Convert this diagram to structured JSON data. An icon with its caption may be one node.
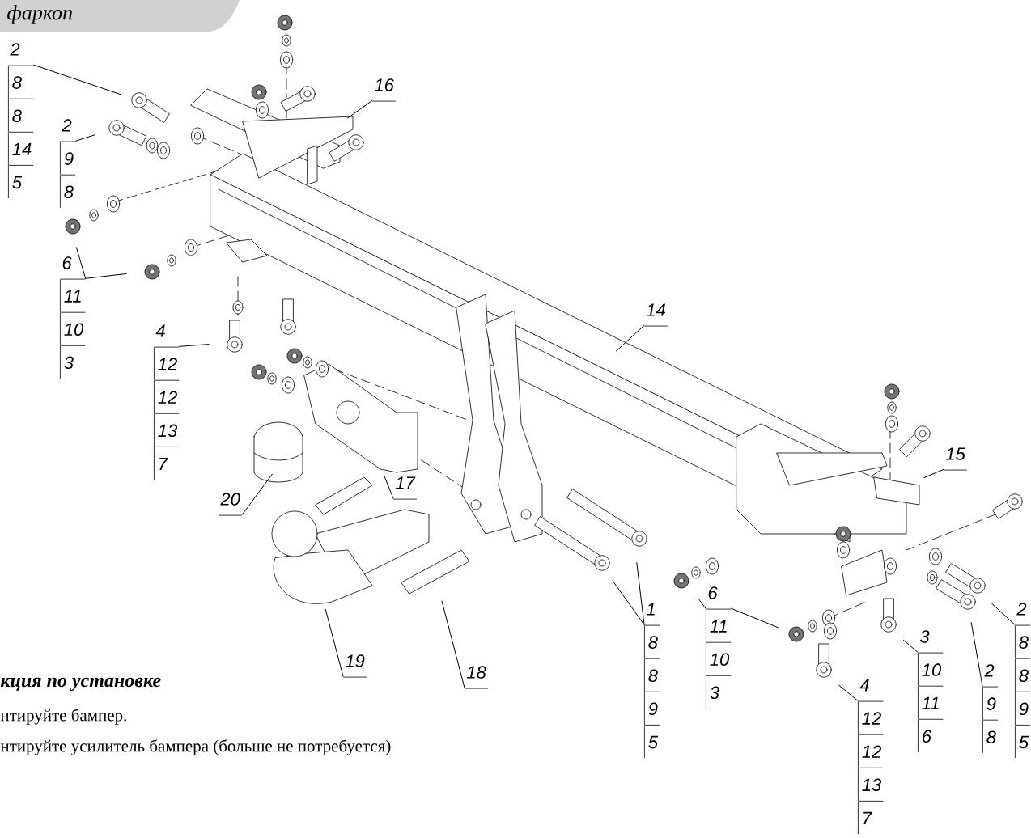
{
  "diagram": {
    "nodes": [
      {
        "text": [
          "фаркоп"
        ]
      },
      {
        "text": [
          "2",
          "8",
          "8",
          "14",
          "5"
        ]
      },
      {
        "text": [
          "2",
          "9",
          "8"
        ]
      },
      {
        "text": [
          "6",
          "11",
          "10",
          "3"
        ]
      },
      {
        "text": [
          "4",
          "12",
          "12",
          "13",
          "7"
        ]
      },
      {
        "text": [
          "16"
        ]
      },
      {
        "text": [
          "14"
        ]
      },
      {
        "text": [
          "15"
        ]
      },
      {
        "text": [
          "17"
        ]
      },
      {
        "text": [
          "20"
        ]
      },
      {
        "text": [
          "19"
        ]
      },
      {
        "text": [
          "18"
        ]
      },
      {
        "text": [
          "1",
          "8",
          "8",
          "9",
          "5"
        ]
      },
      {
        "text": [
          "6",
          "11",
          "10",
          "3"
        ]
      },
      {
        "text": [
          "4",
          "12",
          "12",
          "13",
          "7"
        ]
      },
      {
        "text": [
          "3",
          "10",
          "11",
          "6"
        ]
      },
      {
        "text": [
          "2",
          "9",
          "8"
        ]
      },
      {
        "text": [
          "2",
          "8",
          "8",
          "9",
          "5"
        ]
      }
    ],
    "edges": [
      {
        "from": 1,
        "to": null,
        "arrow": "none"
      },
      {
        "from": 2,
        "to": null,
        "arrow": "none"
      },
      {
        "from": 3,
        "to": null,
        "arrow": "none"
      },
      {
        "from": 3,
        "to": null,
        "arrow": "none"
      },
      {
        "from": 4,
        "to": null,
        "arrow": "none"
      },
      {
        "from": 5,
        "to": null,
        "arrow": "none"
      },
      {
        "from": 6,
        "to": null,
        "arrow": "none"
      },
      {
        "from": 7,
        "to": null,
        "arrow": "none"
      },
      {
        "from": 8,
        "to": null,
        "arrow": "none"
      },
      {
        "from": 9,
        "to": null,
        "arrow": "none"
      },
      {
        "from": 10,
        "to": null,
        "arrow": "none"
      },
      {
        "from": 11,
        "to": null,
        "arrow": "none"
      },
      {
        "from": 12,
        "to": null,
        "arrow": "none"
      },
      {
        "from": 12,
        "to": null,
        "arrow": "none"
      },
      {
        "from": 13,
        "to": null,
        "arrow": "none"
      },
      {
        "from": 13,
        "to": null,
        "arrow": "none"
      },
      {
        "from": 14,
        "to": null,
        "arrow": "none"
      },
      {
        "from": 15,
        "to": null,
        "arrow": "none"
      },
      {
        "from": 16,
        "to": null,
        "arrow": "none"
      },
      {
        "from": 17,
        "to": null,
        "arrow": "none"
      }
    ],
    "labels": [
      "кция по установке",
      "нтируйте бампер.",
      "нтируйте усилитель бампера (больше не потребуется)"
    ]
  }
}
